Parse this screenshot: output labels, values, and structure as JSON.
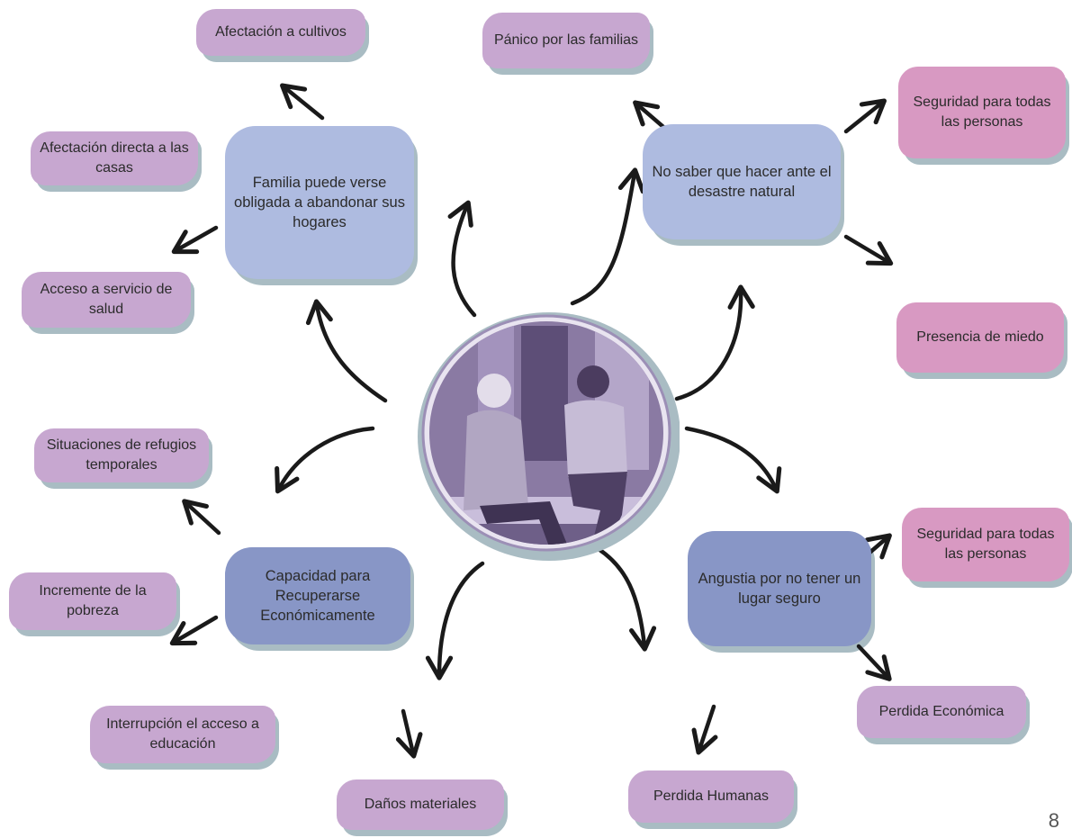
{
  "hubs": {
    "abandon_homes": "Familia puede verse obligada a abandonar sus hogares",
    "unknown_action": "No saber que hacer ante el desastre natural",
    "economic_recovery": "Capacidad para Recuperarse Económicamente",
    "no_safe_place": "Angustia por no tener un lugar seguro"
  },
  "effects": {
    "crops": "Afectación a cultivos",
    "houses": "Afectación directa a las casas",
    "health": "Acceso a servicio de salud",
    "panic": "Pánico por las familias",
    "safety_top": "Seguridad para todas las personas",
    "fear": "Presencia de miedo",
    "shelters": "Situaciones de refugios temporales",
    "poverty": "Incremente de la pobreza",
    "education": "Interrupción el acceso a educación",
    "material": "Daños materiales",
    "human": "Perdida Humanas",
    "safety_bottom": "Seguridad para todas las personas",
    "economic_loss": "Perdida Económica"
  },
  "page_number": "8",
  "colors": {
    "effect_box": "#c7a7d0",
    "effect_box_pink": "#d899c2",
    "hub_light": "#aebbe0",
    "hub_dark": "#8896c6",
    "box_shadow": "#a9bcc3",
    "arrow": "#1a1a1a",
    "photo_tint": "#7d6a96"
  }
}
